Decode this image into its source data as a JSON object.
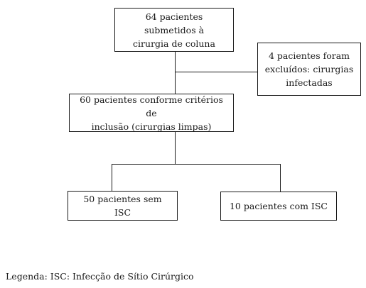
{
  "flowchart": {
    "box_start": {
      "line1": "64 pacientes submetidos à",
      "line2": "cirurgia de coluna"
    },
    "box_excluded": {
      "line1": "4 pacientes foram",
      "line2": "excluídos: cirurgias",
      "line3": "infectadas"
    },
    "box_included": {
      "line1": "60 pacientes conforme critérios de",
      "line2": "inclusão (cirurgias limpas)"
    },
    "box_without_ssi": {
      "text": "50 pacientes sem ISC"
    },
    "box_with_ssi": {
      "text": "10 pacientes com ISC"
    }
  },
  "legend": {
    "text": "Legenda: ISC: Infecção de Sítio Cirúrgico"
  }
}
